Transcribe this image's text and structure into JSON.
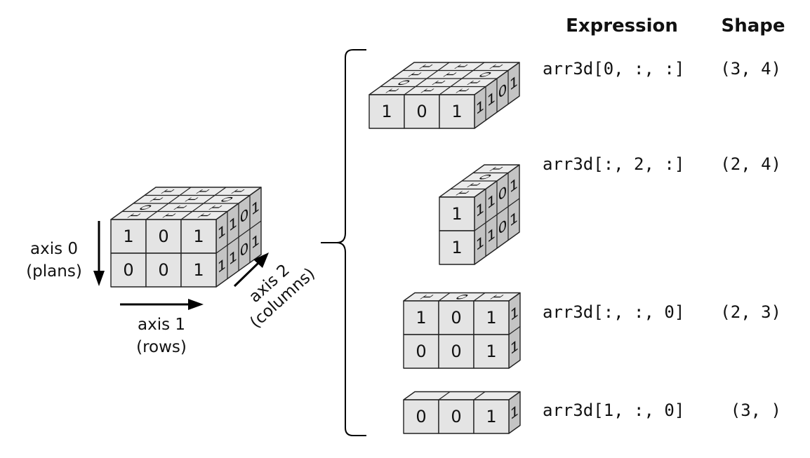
{
  "headers": {
    "expression": "Expression",
    "shape": "Shape"
  },
  "rows": [
    {
      "expression": "arr3d[0, :, :]",
      "shape": "(3, 4)"
    },
    {
      "expression": "arr3d[:, 2, :]",
      "shape": "(2, 4)"
    },
    {
      "expression": "arr3d[:, :, 0]",
      "shape": "(2, 3)"
    },
    {
      "expression": "arr3d[1, :, 0]",
      "shape": "(3, )"
    }
  ],
  "axes": {
    "axis0": {
      "name": "axis 0",
      "desc": "(plans)"
    },
    "axis1": {
      "name": "axis 1",
      "desc": "(rows)"
    },
    "axis2": {
      "name": "axis 2",
      "desc": "(columns)"
    }
  },
  "cube": {
    "front": [
      [
        "1",
        "0",
        "1"
      ],
      [
        "0",
        "0",
        "1"
      ]
    ],
    "top": [
      [
        "1",
        "1",
        "1"
      ],
      [
        "0",
        "1",
        "1"
      ],
      [
        "1",
        "1",
        "0"
      ],
      [
        "1",
        "1",
        "1"
      ]
    ],
    "side": [
      [
        "1",
        "1",
        "0",
        "1"
      ],
      [
        "1",
        "1",
        "0",
        "1"
      ]
    ]
  },
  "slice0": {
    "front": [
      [
        "1",
        "0",
        "1"
      ]
    ],
    "top": [
      [
        "1",
        "1",
        "1"
      ],
      [
        "0",
        "1",
        "1"
      ],
      [
        "1",
        "1",
        "0"
      ],
      [
        "1",
        "1",
        "1"
      ]
    ],
    "side": [
      [
        "1",
        "1",
        "0",
        "1"
      ]
    ]
  },
  "slice1": {
    "front": [
      [
        "1"
      ],
      [
        "1"
      ]
    ],
    "top": [
      [
        "1"
      ],
      [
        "1"
      ],
      [
        "0"
      ],
      [
        "1"
      ]
    ],
    "side": [
      [
        "1",
        "1",
        "0",
        "1"
      ],
      [
        "1",
        "1",
        "0",
        "1"
      ]
    ]
  },
  "slice2": {
    "front": [
      [
        "1",
        "0",
        "1"
      ],
      [
        "0",
        "0",
        "1"
      ]
    ],
    "top": [
      [
        "1",
        "0",
        "1"
      ]
    ],
    "side": [
      [
        "1"
      ],
      [
        "1"
      ]
    ]
  },
  "slice3": {
    "front": [
      [
        "0",
        "0",
        "1"
      ]
    ],
    "top": [
      [
        "",
        "",
        ""
      ]
    ],
    "side": [
      [
        "1"
      ]
    ]
  }
}
